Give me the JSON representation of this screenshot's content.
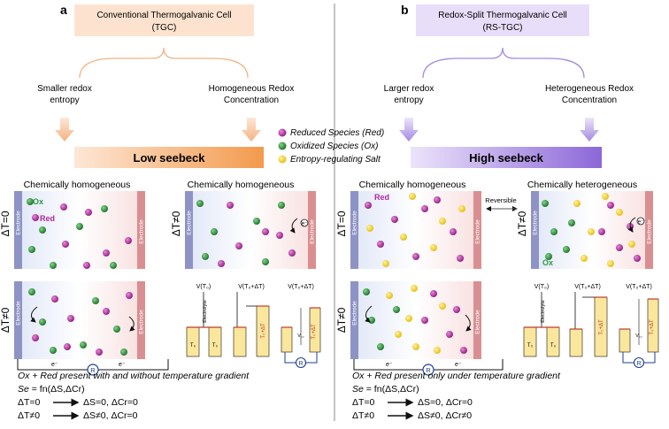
{
  "panels": {
    "a": {
      "letter": "a",
      "title_line1": "Conventional Thermogalvanic Cell",
      "title_line2": "(TGC)",
      "left_property_line1": "Smaller redox",
      "left_property_line2": "entropy",
      "right_property_line1": "Homogeneous Redox",
      "right_property_line2": "Concentration",
      "seebeck": "Low seebeck",
      "top_left_heading": "Chemically homogeneous",
      "top_right_heading": "Chemically homogeneous",
      "footer_line1": "Ox + Red present with and without temperature gradient",
      "footer_se_prefix": "Se",
      "footer_se_rest": " = fn(ΔS,ΔCr)",
      "footer_line3_left": "ΔT=0",
      "footer_line3_right": "ΔS=0, ΔCr=0",
      "footer_line4_left": "ΔT≠0",
      "footer_line4_right": "ΔS≠0, ΔCr=0"
    },
    "b": {
      "letter": "b",
      "title_line1": "Redox-Split Thermogalvanic Cell",
      "title_line2": "(RS-TGC)",
      "left_property_line1": "Larger redox",
      "left_property_line2": "entropy",
      "right_property_line1": "Heterogeneous Redox",
      "right_property_line2": "Concentration",
      "seebeck": "High seebeck",
      "top_left_heading": "Chemically homogeneous",
      "top_right_heading": "Chemically heterogeneous",
      "reversible": "Reversible",
      "footer_line1": "Ox + Red present only under temperature gradient",
      "footer_se_prefix": "Se",
      "footer_se_rest": " = fn(ΔS,ΔCr)",
      "footer_line3_left": "ΔT=0",
      "footer_line3_right": "ΔS=0, ΔCr=0",
      "footer_line4_left": "ΔT≠0",
      "footer_line4_right": "ΔS≠0, ΔCr≠0"
    }
  },
  "legend": {
    "red": "Reduced Species (Red)",
    "ox": "Oxidized Species (Ox)",
    "salt": "Entropy-regulating Salt"
  },
  "labels": {
    "dt_zero": "ΔT=0",
    "dt_nonzero": "ΔT≠0",
    "ox": "Ox",
    "red": "Red",
    "electrode": "Electrode",
    "electrolyte": "Electrolyte",
    "resistor": "R",
    "electron": "e⁻",
    "v0": "V(T₀)",
    "v1": "V(T₀+ΔT)",
    "t0": "T₀",
    "t0dt": "T₀+ΔT",
    "vcc": "V꜀꜀"
  },
  "colors": {
    "a_title_bg": "#fde3cf",
    "b_title_bg": "#e8defa",
    "a_seebeck_start": "#fde7d6",
    "a_seebeck_end": "#f39a4c",
    "b_seebeck_start": "#ece4fb",
    "b_seebeck_end": "#8c67d8",
    "electrode_blue": "#8e93c6",
    "electrode_red": "#d98f91",
    "red_species": "#b0279f",
    "ox_species": "#2e9a3d",
    "salt": "#f3d332",
    "well_fill": "#fbe79c"
  }
}
